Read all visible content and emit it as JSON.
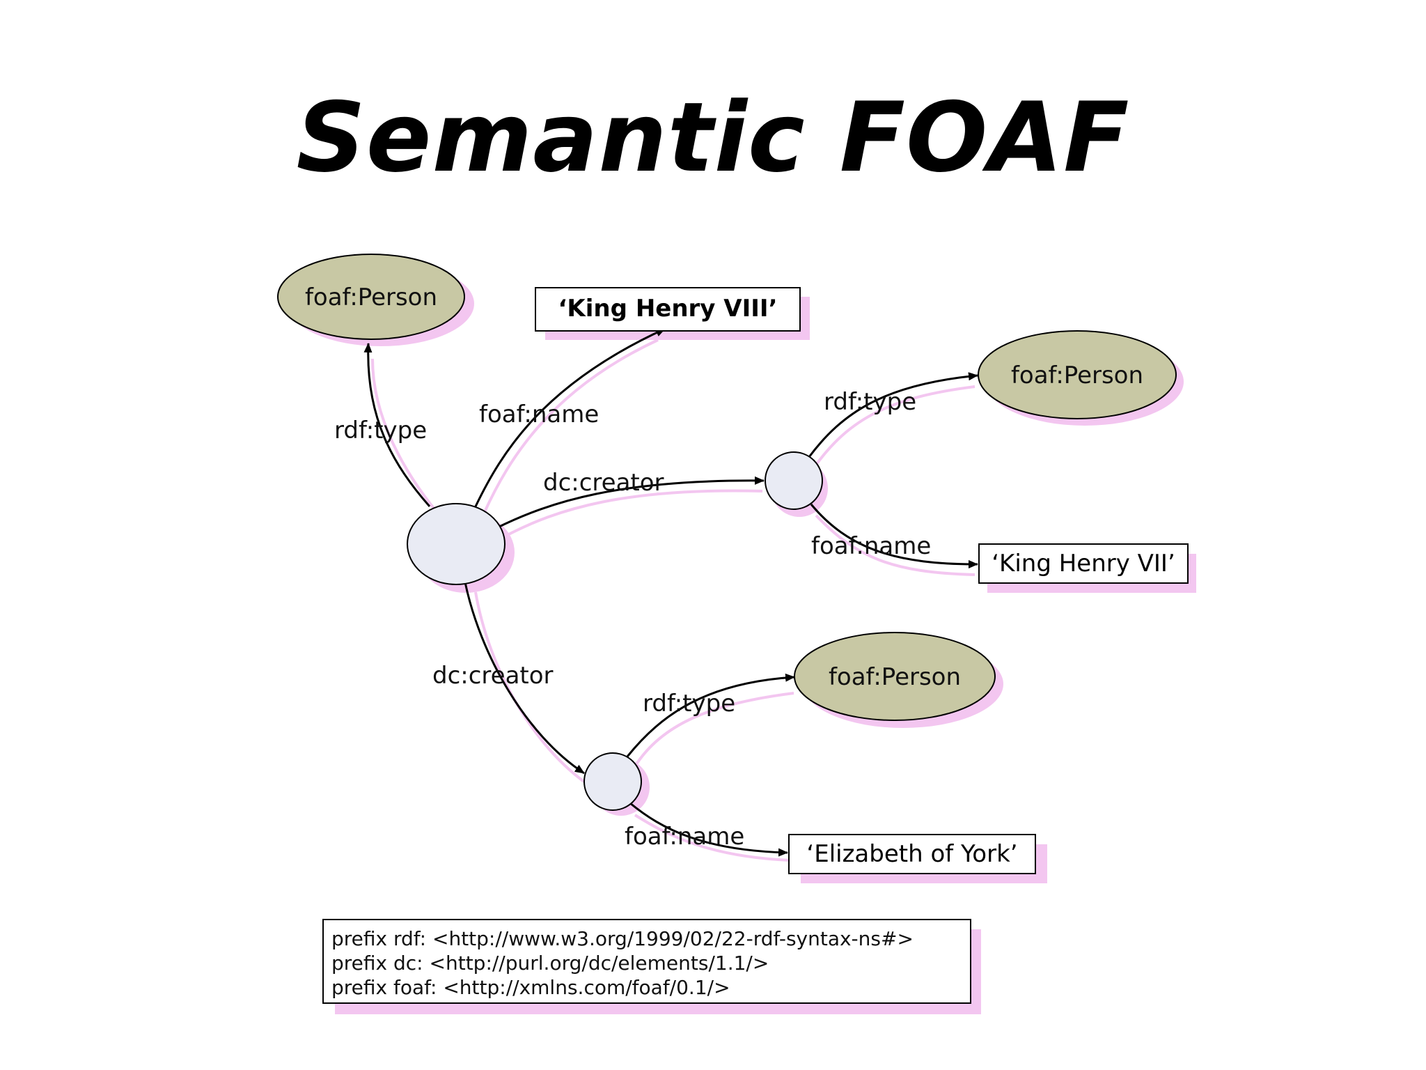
{
  "title": "Semantic FOAF",
  "colors": {
    "class_fill": "#c8c8a4",
    "node_fill": "#e9ebf4",
    "shadow": "#f3c6f0",
    "stroke": "#000000"
  },
  "nodes": {
    "person_top": "foaf:Person",
    "person_right": "foaf:Person",
    "person_bottom": "foaf:Person",
    "literal_henry8": "‘King Henry VIII’",
    "literal_henry7": "‘King Henry VII’",
    "literal_elizabeth": "‘Elizabeth of York’"
  },
  "edges": {
    "main_type": "rdf:type",
    "main_name": "foaf:name",
    "main_creator_right": "dc:creator",
    "main_creator_bottom": "dc:creator",
    "right_type": "rdf:type",
    "right_name": "foaf:name",
    "bottom_type": "rdf:type",
    "bottom_name": "foaf:name"
  },
  "prefixes": [
    "prefix rdf: <http://www.w3.org/1999/02/22-rdf-syntax-ns#>",
    "prefix dc: <http://purl.org/dc/elements/1.1/>",
    "prefix foaf: <http://xmlns.com/foaf/0.1/>"
  ]
}
